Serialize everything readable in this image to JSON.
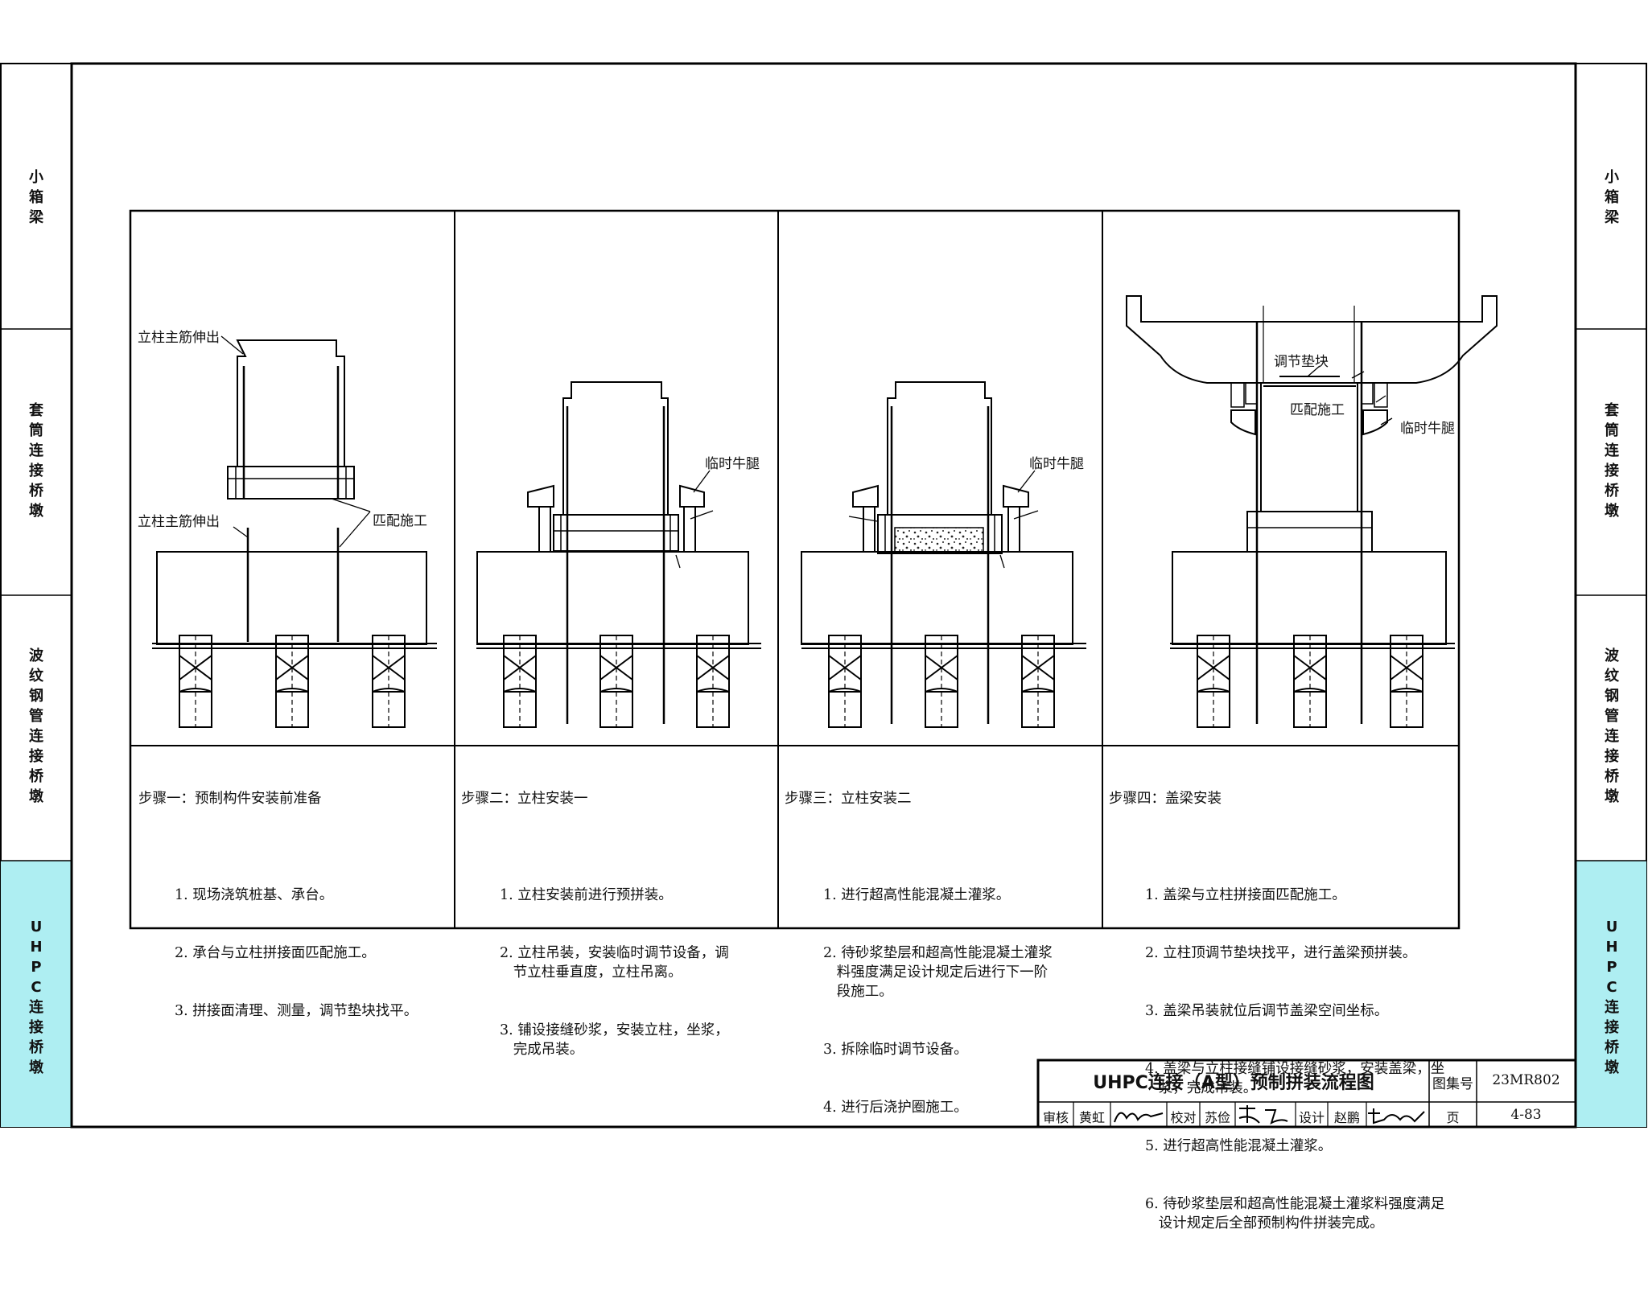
{
  "side_tabs": {
    "left": [
      "小\n箱\n梁",
      "套\n筒\n连\n接\n桥\n墩",
      "波\n纹\n钢\n管\n连\n接\n桥\n墩",
      "U\nH\nP\nC\n连\n接\n桥\n墩"
    ],
    "right": [
      "小\n箱\n梁",
      "套\n筒\n连\n接\n桥\n墩",
      "波\n纹\n钢\n管\n连\n接\n桥\n墩",
      "U\nH\nP\nC\n连\n接\n桥\n墩"
    ],
    "highlight_color": "#aeeef2"
  },
  "panels": [
    {
      "title": "步骤一：预制构件安装前准备",
      "items": [
        "1. 现场浇筑桩基、承台。",
        "2. 承台与立柱拼接面匹配施工。",
        "3. 拼接面清理、测量，调节垫块找平。"
      ],
      "labels": {
        "rebar_top": "立柱主筋伸出",
        "rebar_bottom": "立柱主筋伸出",
        "match": "匹配施工"
      }
    },
    {
      "title": "步骤二：立柱安装一",
      "items": [
        "1. 立柱安装前进行预拼装。",
        "2. 立柱吊装，安装临时调节设备，调\n   节立柱垂直度，立柱吊离。",
        "3. 铺设接缝砂浆，安装立柱，坐浆，\n   完成吊装。"
      ],
      "labels": {
        "bracket": "临时牛腿"
      }
    },
    {
      "title": "步骤三：立柱安装二",
      "items": [
        "1. 进行超高性能混凝土灌浆。",
        "2. 待砂浆垫层和超高性能混凝土灌浆\n   料强度满足设计规定后进行下一阶\n   段施工。",
        "3. 拆除临时调节设备。",
        "4. 进行后浇护圈施工。"
      ],
      "labels": {
        "bracket": "临时牛腿"
      }
    },
    {
      "title": "步骤四：盖梁安装",
      "items": [
        "1. 盖梁与立柱拼接面匹配施工。",
        "2. 立柱顶调节垫块找平，进行盖梁预拼装。",
        "3. 盖梁吊装就位后调节盖梁空间坐标。",
        "4. 盖梁与立柱接缝铺设接缝砂浆，安装盖梁，坐\n   浆，完成吊装。",
        "5. 进行超高性能混凝土灌浆。",
        "6. 待砂浆垫层和超高性能混凝土灌浆料强度满足\n   设计规定后全部预制构件拼装完成。"
      ],
      "labels": {
        "pad": "调节垫块",
        "match": "匹配施工",
        "bracket": "临时牛腿"
      }
    }
  ],
  "title_block": {
    "title": "UHPC连接（A型）预制拼装流程图",
    "atlas_label": "图集号",
    "atlas_no": "23MR802",
    "review_label": "审核",
    "reviewer": "黄虹",
    "check_label": "校对",
    "checker": "苏俭",
    "design_label": "设计",
    "designer": "赵鹏",
    "page_label": "页",
    "page_no": "4-83"
  }
}
